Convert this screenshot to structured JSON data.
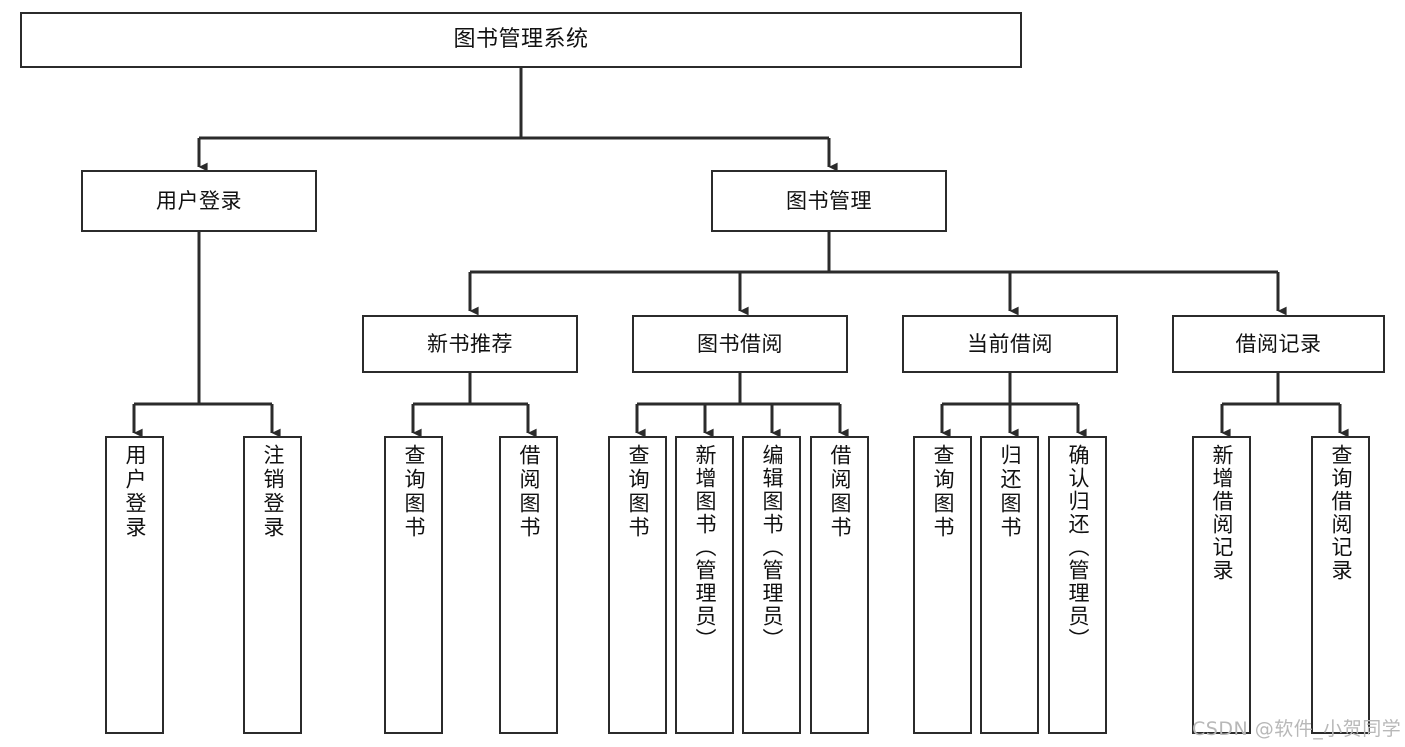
{
  "diagram": {
    "type": "tree-hierarchy",
    "title": "图书管理系统",
    "orientation": "top-down",
    "colors": {
      "box_border": "#2b2b2b",
      "box_fill": "#ffffff",
      "connector": "#2b2b2b",
      "text": "#111111",
      "watermark": "#b8b8b8",
      "background": "#ffffff"
    }
  },
  "nodes": {
    "root": {
      "label": "图书管理系统"
    },
    "level2": [
      {
        "label": "用户登录"
      },
      {
        "label": "图书管理"
      }
    ],
    "level3": [
      {
        "label": "新书推荐"
      },
      {
        "label": "图书借阅"
      },
      {
        "label": "当前借阅"
      },
      {
        "label": "借阅记录"
      }
    ],
    "leaves": {
      "user_login": [
        {
          "label": "用户登录"
        },
        {
          "label": "注销登录"
        }
      ],
      "new_book_recommend": [
        {
          "label": "查询图书"
        },
        {
          "label": "借阅图书"
        }
      ],
      "book_borrow": [
        {
          "label": "查询图书"
        },
        {
          "label": "新增图书（管理员）"
        },
        {
          "label": "编辑图书（管理员）"
        },
        {
          "label": "借阅图书"
        }
      ],
      "current_borrow": [
        {
          "label": "查询图书"
        },
        {
          "label": "归还图书"
        },
        {
          "label": "确认归还（管理员）"
        }
      ],
      "borrow_record": [
        {
          "label": "新增借阅记录"
        },
        {
          "label": "查询借阅记录"
        }
      ]
    }
  },
  "watermark": {
    "text": "CSDN @软件_小贺同学"
  }
}
